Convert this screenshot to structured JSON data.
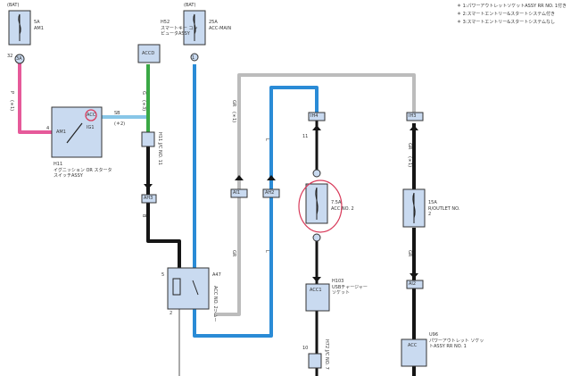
{
  "notes": [
    "＊ 1:パワーアウトレットソケットASSY RR NO. 1付き",
    "＊ 2:スマートエントリー&スタートシステム付き",
    "＊ 3:スマートエントリー&スタートシステムなし"
  ],
  "fuses": {
    "am1": {
      "source": "(BAT)",
      "rating": "5A",
      "name": "AM1"
    },
    "acc_main": {
      "source": "(BAT)",
      "rating": "25A",
      "name": "ACC-MAIN"
    },
    "acc_no2": {
      "rating": "7.5A",
      "name": "ACC NO. 2"
    },
    "routlet": {
      "rating": "15A",
      "name": "R/OUTLET NO. 2"
    }
  },
  "components": {
    "smart_key_ecu": {
      "id": "H52",
      "name": "スマートキー コンピュータASSY",
      "pin": "ACCD"
    },
    "ignition_switch": {
      "id": "H11",
      "name": "イグニッション OR スタータ スイッチASSY",
      "pin_am": "AM1",
      "pin_acc": "ACC",
      "pin_ig": "IG1"
    },
    "jc11": {
      "name": "H11 J/C NO. 11"
    },
    "relay": {
      "name": "ACC NO. 2リレー",
      "id": "A47"
    },
    "usb_socket": {
      "id": "H103",
      "name": "USBチャージャー ソケット",
      "pin": "ACC1"
    },
    "outlet": {
      "id": "U96",
      "name": "パワーアウトレット ソケットASSY RR NO. 1",
      "pin": "ACC"
    },
    "jc7": {
      "name": "H72 J/C NO. 7"
    }
  },
  "connectors": {
    "ih4": "IH4",
    "ih3": "IH3",
    "ah3": "AH3",
    "ai1": "AI1",
    "ah2": "AH2",
    "ai2": "AI2"
  },
  "wire_labels": {
    "w_p": "P",
    "w_sb": "SB",
    "w_g": "G",
    "w_gr1": "GR",
    "w_gr2": "GR",
    "w_gr3": "GR",
    "w_gr4": "GR",
    "w_l1": "L",
    "w_l2": "L",
    "w_b": "B"
  },
  "wire_notes": {
    "star1": "(＊1)",
    "star2": "(＊2)",
    "star3": "(＊3)",
    "star1b": "(＊1)",
    "star1c": "(＊1)"
  },
  "pins": {
    "p32": "32",
    "p3a": "3A",
    "p4": "4",
    "p1": "1",
    "p5": "5",
    "p2": "2",
    "p10": "10",
    "p11": "11"
  },
  "colors": {
    "blue": "#2a8bd6",
    "pink": "#e65a9a",
    "green": "#3aa845",
    "lightblue": "#88c6e8",
    "gray": "#bcbcbc",
    "black": "#151515",
    "box_fill": "#c9daf0",
    "annotation": "#d83a5a"
  }
}
